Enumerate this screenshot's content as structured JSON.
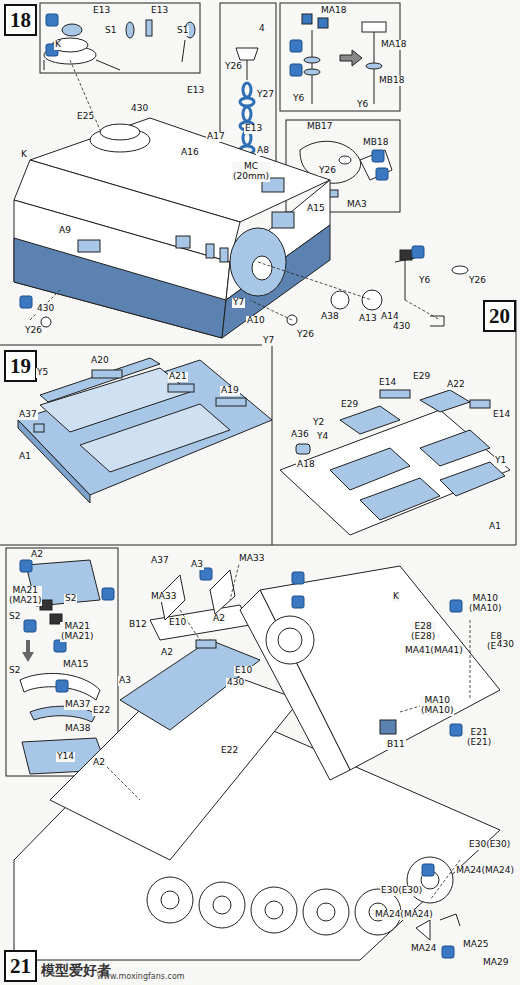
{
  "diagram": {
    "nodes": [
      {
        "text": [
          "18"
        ]
      },
      {
        "text": [
          "20"
        ]
      },
      {
        "text": [
          "19"
        ]
      },
      {
        "text": [
          "21"
        ]
      }
    ],
    "labels": [
      "E13",
      "S1",
      "E13",
      "S1",
      "K",
      "E13",
      "E13",
      "E25",
      "Y26",
      "Y27",
      "MC (20mm)",
      "4",
      "A8",
      "Y26",
      "A17",
      "A16",
      "A15",
      "A9",
      "K",
      "Y6",
      "A14",
      "Y26",
      "Y7",
      "A10",
      "Y7",
      "Y26",
      "A38",
      "A13",
      "Y26",
      "MA18",
      "MA18",
      "MB18",
      "Y6",
      "Y6",
      "MB17",
      "MB18",
      "MA3",
      "Y5",
      "A20",
      "A21",
      "A19",
      "A37",
      "A1",
      "E29",
      "E14",
      "E29",
      "A22",
      "E14",
      "Y2",
      "Y4",
      "Y1",
      "A36",
      "A18",
      "A1",
      "A2",
      "MA21 (MA21)",
      "S2",
      "MA21 (MA21)",
      "S2",
      "S2",
      "MA15",
      "MA37",
      "MA38",
      "Y14",
      "A2",
      "A37",
      "A3",
      "MA33",
      "MA33",
      "A2",
      "A3",
      "B12",
      "E10",
      "A2",
      "E10",
      "E22",
      "E22",
      "B11",
      "K",
      "E28 (E28)",
      "MA41(MA41)",
      "MA10 (MA10)",
      "E8 (E8)",
      "MA10 (MA10)",
      "E21 (E21)",
      "E30(E30)",
      "MA24(MA24)",
      "E30(E30)",
      "MA24(MA24)",
      "MA24",
      "MA25",
      "MA29",
      "模型爱好者",
      "www.moxingfans.com",
      "430",
      "430",
      "430",
      "430",
      "430"
    ]
  }
}
